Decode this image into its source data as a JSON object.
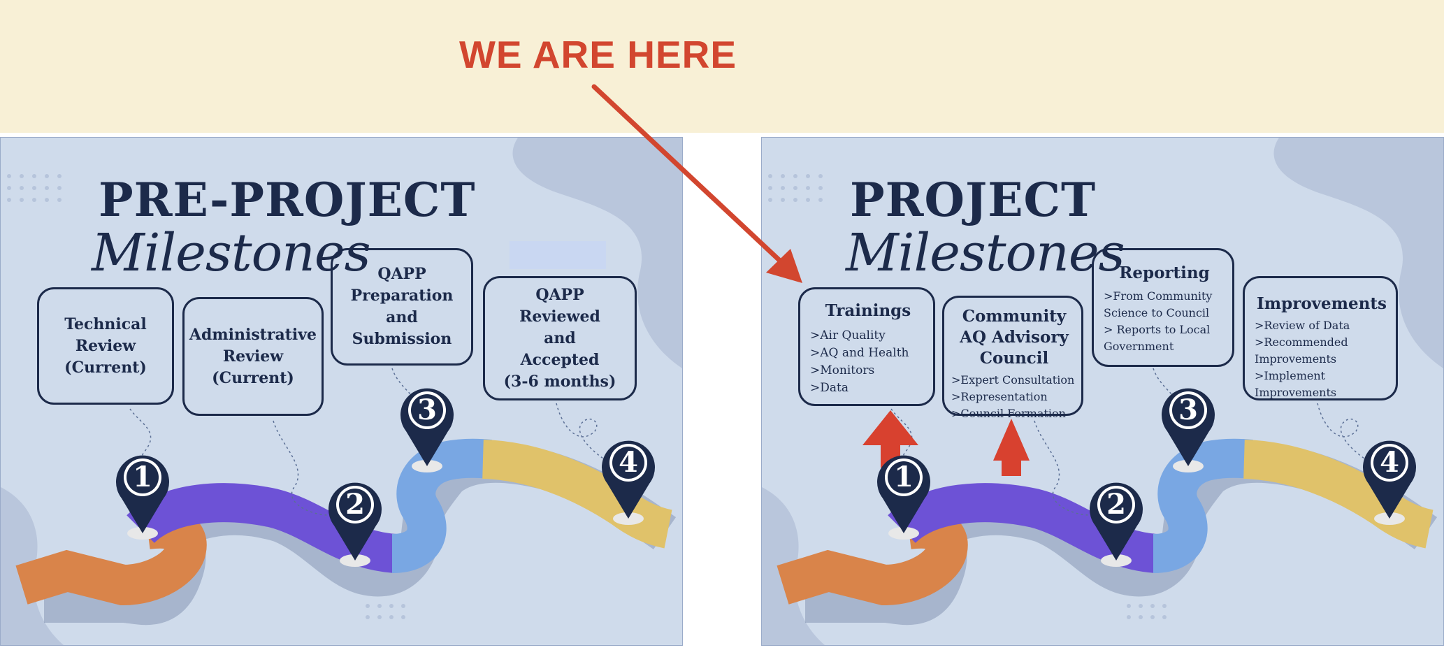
{
  "callout": {
    "label": "WE ARE HERE",
    "color": "#d2462f"
  },
  "colors": {
    "banner": "#f8f0d6",
    "panel_bg": "#cfdbeb",
    "navy": "#1c2a4a",
    "road_orange": "#d9844a",
    "road_purple": "#6d52d6",
    "road_blue": "#79a7e3",
    "road_yellow": "#e0c26a",
    "highlight_arrow": "#d8412f"
  },
  "pre_project": {
    "title": "PRE-PROJECT",
    "subtitle": "Milestones",
    "milestones": [
      {
        "number": "1",
        "text": "Technical\nReview\n(Current)"
      },
      {
        "number": "2",
        "text": "Administrative\nReview\n(Current)"
      },
      {
        "number": "3",
        "text": "QAPP\nPreparation and\nSubmission"
      },
      {
        "number": "4",
        "text": "QAPP\nReviewed\nand\nAccepted\n(3-6 months)"
      }
    ]
  },
  "project": {
    "title": "PROJECT",
    "subtitle": "Milestones",
    "milestones": [
      {
        "number": "1",
        "title": "Trainings",
        "items": [
          ">Air Quality",
          ">AQ and Health",
          ">Monitors",
          ">Data"
        ]
      },
      {
        "number": "2",
        "title": "Community\nAQ Advisory\nCouncil",
        "items": [
          ">Expert Consultation",
          ">Representation",
          ">Council Formation"
        ]
      },
      {
        "number": "3",
        "title": "Reporting",
        "items": [
          ">From Community Science to Council",
          "> Reports to Local Government"
        ]
      },
      {
        "number": "4",
        "title": "Improvements",
        "items": [
          ">Review of Data",
          ">Recommended Improvements",
          ">Implement Improvements"
        ]
      }
    ]
  }
}
